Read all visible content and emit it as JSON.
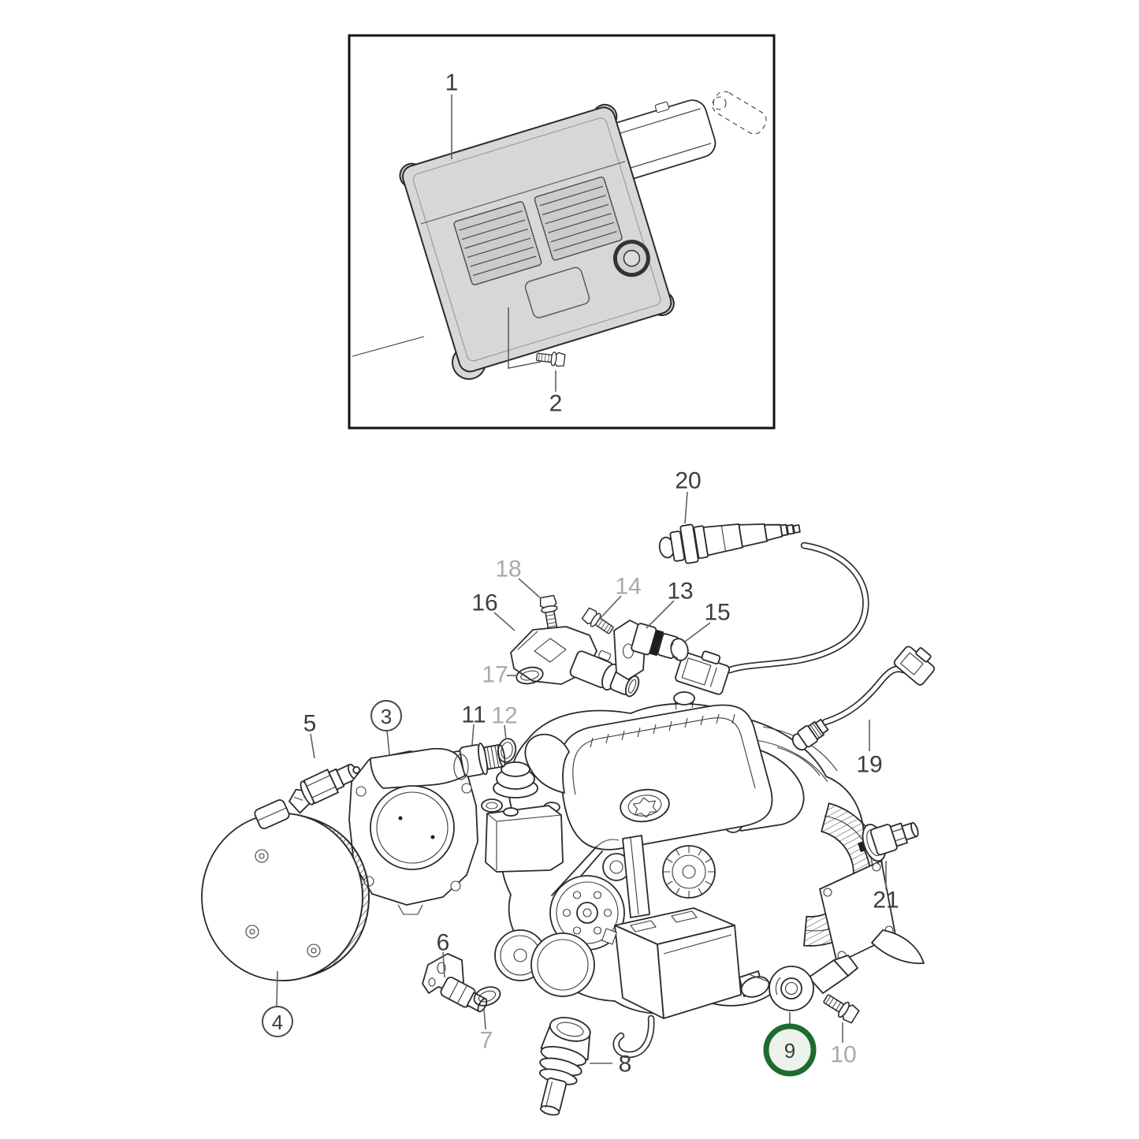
{
  "figure": {
    "kind": "exploded-parts-diagram",
    "background_color": "#ffffff",
    "line_color": "#2b2b2b",
    "callout_color": "#3d3d3d",
    "muted_callout_color": "#a9a9a9",
    "highlight": {
      "ring_color": "#1d6b2f",
      "fill_color": "#edf2ec",
      "highlighted_callout": "9"
    }
  },
  "callouts": [
    {
      "number": "1",
      "muted": false,
      "circled": false,
      "highlighted": false
    },
    {
      "number": "2",
      "muted": false,
      "circled": false,
      "highlighted": false
    },
    {
      "number": "3",
      "muted": false,
      "circled": true,
      "highlighted": false
    },
    {
      "number": "4",
      "muted": false,
      "circled": true,
      "highlighted": false
    },
    {
      "number": "5",
      "muted": false,
      "circled": false,
      "highlighted": false
    },
    {
      "number": "6",
      "muted": false,
      "circled": false,
      "highlighted": false
    },
    {
      "number": "7",
      "muted": true,
      "circled": false,
      "highlighted": false
    },
    {
      "number": "8",
      "muted": false,
      "circled": false,
      "highlighted": false
    },
    {
      "number": "9",
      "muted": false,
      "circled": true,
      "highlighted": true
    },
    {
      "number": "10",
      "muted": true,
      "circled": false,
      "highlighted": false
    },
    {
      "number": "11",
      "muted": false,
      "circled": false,
      "highlighted": false
    },
    {
      "number": "12",
      "muted": true,
      "circled": false,
      "highlighted": false
    },
    {
      "number": "13",
      "muted": false,
      "circled": false,
      "highlighted": false
    },
    {
      "number": "14",
      "muted": true,
      "circled": false,
      "highlighted": false
    },
    {
      "number": "15",
      "muted": false,
      "circled": false,
      "highlighted": false
    },
    {
      "number": "16",
      "muted": false,
      "circled": false,
      "highlighted": false
    },
    {
      "number": "17",
      "muted": true,
      "circled": false,
      "highlighted": false
    },
    {
      "number": "18",
      "muted": true,
      "circled": false,
      "highlighted": false
    },
    {
      "number": "19",
      "muted": false,
      "circled": false,
      "highlighted": false
    },
    {
      "number": "20",
      "muted": false,
      "circled": false,
      "highlighted": false
    },
    {
      "number": "21",
      "muted": false,
      "circled": false,
      "highlighted": false
    }
  ]
}
